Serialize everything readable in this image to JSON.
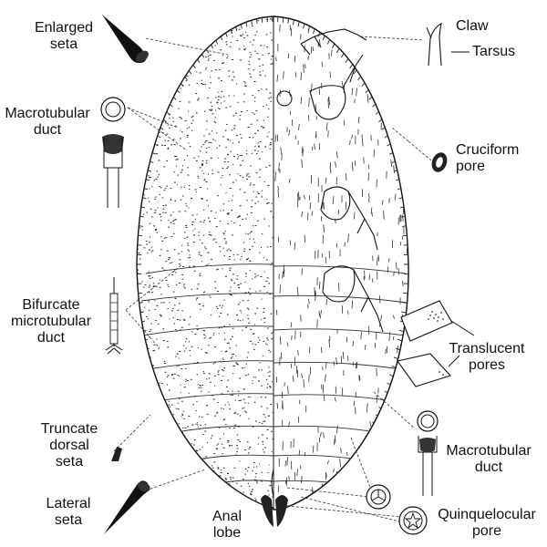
{
  "labels": {
    "enlarged_seta": [
      "Enlarged",
      "seta"
    ],
    "macrotubular_duct_left": [
      "Macrotubular",
      "duct"
    ],
    "bifurcate_microtubular_duct": [
      "Bifurcate",
      "microtubular",
      "duct"
    ],
    "truncate_dorsal_seta": [
      "Truncate",
      "dorsal",
      "seta"
    ],
    "lateral_seta": [
      "Lateral",
      "seta"
    ],
    "anal_lobe": [
      "Anal",
      "lobe"
    ],
    "claw": "Claw",
    "tarsus": "Tarsus",
    "cruciform_pore": [
      "Cruciform",
      "pore"
    ],
    "translucent_pores": [
      "Translucent",
      "pores"
    ],
    "macrotubular_duct_right": [
      "Macrotubular",
      "duct"
    ],
    "quinquelocular_pore": [
      "Quinquelocular",
      "pore"
    ]
  },
  "colors": {
    "ink": "#111111",
    "background": "#ffffff"
  }
}
